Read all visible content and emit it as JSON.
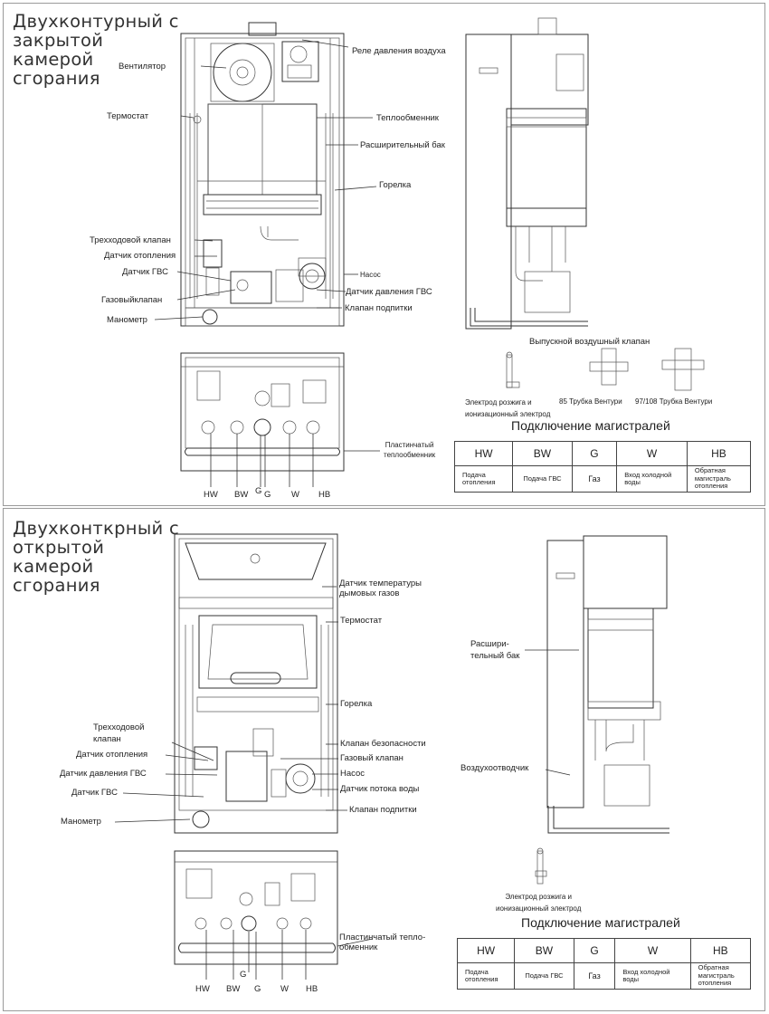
{
  "section1": {
    "title_lines": [
      "Двухконтурный с",
      "закрытой",
      "камерой",
      "сгорания"
    ],
    "labels": {
      "fan": "Вентилятор",
      "air_pressure_relay": "Реле давления воздуха",
      "thermostat": "Термостат",
      "heat_exchanger": "Теплообменник",
      "expansion_tank": "Расширительный бак",
      "burner": "Горелка",
      "three_way_valve": "Трехходовой клапан",
      "heating_sensor": "Датчик отопления",
      "dhw_sensor": "Датчик ГВС",
      "pump": "Насос",
      "gas_valve": "Газовыйклапан",
      "dhw_pressure_sensor": "Датчик давления ГВС",
      "manometer": "Манометр",
      "makeup_valve": "Клапан подпитки",
      "plate_hx_line1": "Пластинчатый",
      "plate_hx_line2": "теплообменник",
      "air_release_valve": "Выпускной воздушный клапан",
      "electrode_line1": "Электрод розжига и",
      "electrode_line2": "ионизационный электрод",
      "venturi_85": "85 Трубка Вентури",
      "venturi_97": "97/108 Трубка Вентури"
    },
    "ports": [
      "HW",
      "BW",
      "G",
      "G",
      "W",
      "HB"
    ],
    "connections_title": "Подключение магистралей",
    "table": {
      "headers": [
        "HW",
        "BW",
        "G",
        "W",
        "HB"
      ],
      "cells": [
        [
          "Подача",
          "отопления"
        ],
        [
          "Подача ГВС"
        ],
        [
          "Газ"
        ],
        [
          "Вход холодной",
          "воды"
        ],
        [
          "Обратная",
          "магистраль",
          "отопления"
        ]
      ]
    }
  },
  "section2": {
    "title_lines": [
      "Двухконткрный с",
      "открытой",
      "камерой",
      "сгорания"
    ],
    "labels": {
      "flue_temp_line1": "Датчик температуры",
      "flue_temp_line2": "дымовых газов",
      "thermostat": "Термостат",
      "expansion_line1": "Расшири-",
      "expansion_line2": "тельный бак",
      "burner": "Горелка",
      "three_way_line1": "Трехходовой",
      "three_way_line2": "клапан",
      "safety_valve": "Клапан безопасности",
      "heating_sensor": "Датчик отопления",
      "gas_valve": "Газовый клапан",
      "dhw_pressure_sensor": "Датчик давления ГВС",
      "pump": "Насос",
      "air_vent": "Воздухоотводчик",
      "dhw_sensor": "Датчик ГВС",
      "flow_sensor": "Датчик потока воды",
      "makeup_valve": "Клапан подпитки",
      "manometer": "Манометр",
      "electrode_line1": "Электрод розжига и",
      "electrode_line2": "ионизационный электрод",
      "plate_hx_line1": "Пластинчатый тепло-",
      "plate_hx_line2": "обменник"
    },
    "ports": [
      "HW",
      "BW",
      "G",
      "G",
      "W",
      "HB"
    ],
    "connections_title": "Подключение магистралей",
    "table": {
      "headers": [
        "HW",
        "BW",
        "G",
        "W",
        "HB"
      ],
      "cells": [
        [
          "Подача",
          "отопления"
        ],
        [
          "Подача ГВС"
        ],
        [
          "Газ"
        ],
        [
          "Вход холодной",
          "воды"
        ],
        [
          "Обратная",
          "магистраль",
          "отопления"
        ]
      ]
    }
  }
}
